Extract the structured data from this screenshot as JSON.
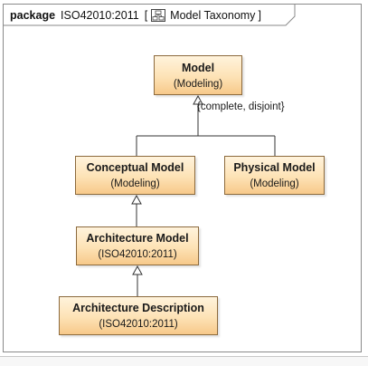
{
  "frame": {
    "keyword": "package",
    "package_name": "ISO42010:2011",
    "bracket_open": "[",
    "diagram_name": "Model Taxonomy",
    "bracket_close": "]"
  },
  "generalization_set": {
    "constraint": "{complete, disjoint}"
  },
  "nodes": {
    "model": {
      "name": "Model",
      "stereo": "(Modeling)"
    },
    "conceptual_model": {
      "name": "Conceptual Model",
      "stereo": "(Modeling)"
    },
    "physical_model": {
      "name": "Physical Model",
      "stereo": "(Modeling)"
    },
    "architecture_model": {
      "name": "Architecture Model",
      "stereo": "(ISO42010:2011)"
    },
    "architecture_description": {
      "name": "Architecture Description",
      "stereo": "(ISO42010:2011)"
    }
  },
  "icons": {
    "diagram": "class-diagram-icon"
  },
  "colors": {
    "node_fill_top": "#fff3dc",
    "node_fill_bottom": "#f7c98a",
    "node_border": "#8c6a3d"
  }
}
